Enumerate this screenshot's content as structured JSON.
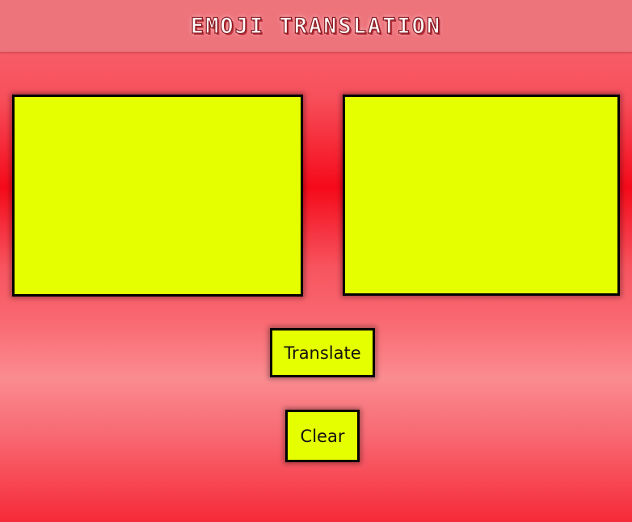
{
  "header": {
    "title": "Emoji Translation"
  },
  "input": {
    "value": "",
    "placeholder": ""
  },
  "output": {
    "value": "",
    "placeholder": ""
  },
  "buttons": {
    "translate_label": "Translate",
    "clear_label": "Clear"
  },
  "colors": {
    "box_fill": "#e6ff00",
    "header_bg": "#ee747c",
    "background_red": "#f50a1a",
    "border": "#000000"
  }
}
